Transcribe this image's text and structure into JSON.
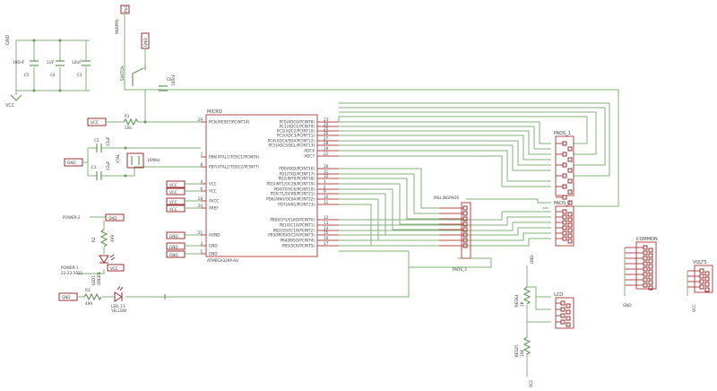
{
  "mcu": {
    "name": "MICRO",
    "part": "ATMEGA328P-AU",
    "left_pins": [
      {
        "num": "29",
        "name": "PC6(/RESET/PCINT14)"
      },
      {
        "num": "7",
        "name": "PB6(XTAL1/TOSC1/PCINT6)"
      },
      {
        "num": "8",
        "name": "PB7(XTAL2/TOSC2/PCINT7)"
      },
      {
        "num": "4",
        "name": "VCC"
      },
      {
        "num": "6",
        "name": "VCC"
      },
      {
        "num": "18",
        "name": "AVCC"
      },
      {
        "num": "20",
        "name": "AREF"
      },
      {
        "num": "21",
        "name": "AGND"
      },
      {
        "num": "3",
        "name": "GND"
      },
      {
        "num": "5",
        "name": "GND"
      }
    ],
    "right_pins": [
      {
        "num": "23",
        "name": "PC0(ADC0/PCINT8)"
      },
      {
        "num": "24",
        "name": "PC1(ADC1/PCINT9)"
      },
      {
        "num": "25",
        "name": "PC2(ADC2/PCINT10)"
      },
      {
        "num": "26",
        "name": "PC3(ADC3/PCINT11)"
      },
      {
        "num": "27",
        "name": "PC4(ADC4/SDA/PCINT12)"
      },
      {
        "num": "28",
        "name": "PC5(ADC5/SCL/PCINT13)"
      },
      {
        "num": "19",
        "name": "ADC6"
      },
      {
        "num": "22",
        "name": "ADC7"
      },
      {
        "num": "30",
        "name": "PD0(RXD/PCINT16)"
      },
      {
        "num": "31",
        "name": "PD1(TXD/PCINT17)"
      },
      {
        "num": "32",
        "name": "PD2(INT0/PCINT18)"
      },
      {
        "num": "1",
        "name": "PD3(INT1/OC2B/PCINT19)"
      },
      {
        "num": "2",
        "name": "PD4(T0/XCK/PCINT20)"
      },
      {
        "num": "9",
        "name": "PD5(T1/OC0B/PCINT21)"
      },
      {
        "num": "10",
        "name": "PD6(AIN0/OC0A/PCINT22)"
      },
      {
        "num": "11",
        "name": "PD7(AIN1/PCINT23)"
      },
      {
        "num": "12",
        "name": "PB0(ICP1/CLKO/PCINT0)"
      },
      {
        "num": "13",
        "name": "PB1(OC1A/PCINT1)"
      },
      {
        "num": "14",
        "name": "PB2(SS/OC1B/PCINT2)"
      },
      {
        "num": "15",
        "name": "PB3(MOSI/OC2A/PCINT3)"
      },
      {
        "num": "16",
        "name": "PB4(MISO/PCINT4)"
      },
      {
        "num": "17",
        "name": "PB5(SCK/PCINT5)"
      }
    ]
  },
  "caps": {
    "c5": {
      "name": "C5",
      "value": "100nF"
    },
    "c4": {
      "name": "C4",
      "value": "1UF"
    },
    "c3": {
      "name": "C3",
      "value": "10UF"
    },
    "c2": {
      "name": "C2",
      "value": "22pF"
    },
    "c1": {
      "name": "C1",
      "value": "22pF"
    },
    "c6": {
      "name": "C6",
      "value": "100nF"
    }
  },
  "resistors": {
    "r1": {
      "name": "R1",
      "value": "10k"
    },
    "r2": {
      "name": "R2",
      "value": "499"
    },
    "r3": {
      "name": "R3",
      "value": "499"
    },
    "r4": {
      "name": "RESK4",
      "value": "1K"
    },
    "r5": {
      "name": "RESZ5",
      "value": "10K"
    }
  },
  "leds": {
    "led1": {
      "name": "LED1",
      "color": "GREEN"
    },
    "led13": {
      "name": "LED_13",
      "color": "YELLOW"
    }
  },
  "parts": {
    "mlr": "MLRPPS",
    "mlr_pin": "P$1",
    "switch": "SWITCH",
    "xtal": "XTAL",
    "xtal_freq": "16MHz",
    "power2": "POWER-2",
    "power1": "POWER-1",
    "power1_sub": "22-23-2021",
    "pads1": "PADS_1",
    "pads2": "PADS_2",
    "pads3": "PADS_3",
    "milling": "MILLINGPADS",
    "lcd": "LCD",
    "common": "COMMON",
    "volts": "VOLTS"
  },
  "nets": {
    "gnd": "GND",
    "vcc": "VCC"
  }
}
